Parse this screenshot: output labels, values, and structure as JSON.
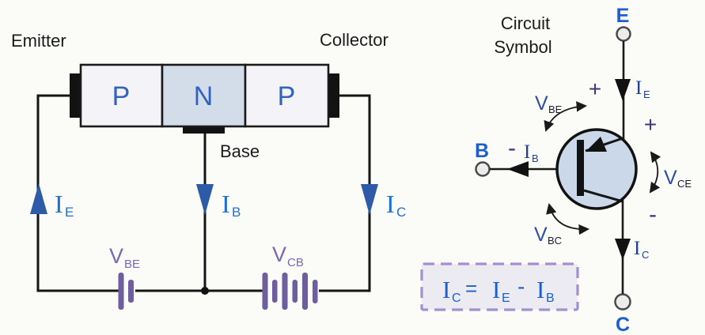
{
  "structure_diagram": {
    "emitter_label": "Emitter",
    "collector_label": "Collector",
    "base_label": "Base",
    "region_p1": "P",
    "region_n": "N",
    "region_p2": "P",
    "current_ie": {
      "symbol": "I",
      "sub": "E"
    },
    "current_ib": {
      "symbol": "I",
      "sub": "B"
    },
    "current_ic": {
      "symbol": "I",
      "sub": "C"
    },
    "voltage_vbe": {
      "symbol": "V",
      "sub": "BE"
    },
    "voltage_vcb": {
      "symbol": "V",
      "sub": "CB"
    }
  },
  "circuit_symbol": {
    "title_line1": "Circuit",
    "title_line2": "Symbol",
    "terminal_e": "E",
    "terminal_b": "B",
    "terminal_c": "C",
    "current_ie": {
      "symbol": "I",
      "sub": "E"
    },
    "current_ib": {
      "symbol": "I",
      "sub": "B"
    },
    "current_ic": {
      "symbol": "I",
      "sub": "C"
    },
    "voltage_vbe": {
      "symbol": "V",
      "sub": "BE"
    },
    "voltage_vce": {
      "symbol": "V",
      "sub": "CE"
    },
    "voltage_vbc": {
      "symbol": "V",
      "sub": "BC"
    },
    "sign_plus_emitter": "+",
    "sign_plus_collector": "+",
    "sign_minus_base": "-",
    "sign_minus_collector": "-"
  },
  "formula": {
    "lhs": {
      "symbol": "I",
      "sub": "C"
    },
    "equals": "=",
    "term1": {
      "symbol": "I",
      "sub": "E"
    },
    "minus": "-",
    "term2": {
      "symbol": "I",
      "sub": "B"
    }
  },
  "colors": {
    "background": "#fbfbf8",
    "wire_black": "#151515",
    "p_region_fill": "#f4f4f8",
    "n_region_fill": "#d3dde9",
    "pnp_letter_blue": "#3363be",
    "current_label_blue": "#1e70cc",
    "current_arrow_blue": "#2d5ba8",
    "battery_purple": "#6e5e9e",
    "battery_label_purple": "#7c68b0",
    "terminal_label_blue": "#1d5ecf",
    "right_current_navy": "#24418f",
    "sign_indigo": "#3f3680",
    "transistor_fill": "#cbd8e9",
    "formula_border_purple": "#a48fd2",
    "formula_fill": "#ebebf1"
  }
}
